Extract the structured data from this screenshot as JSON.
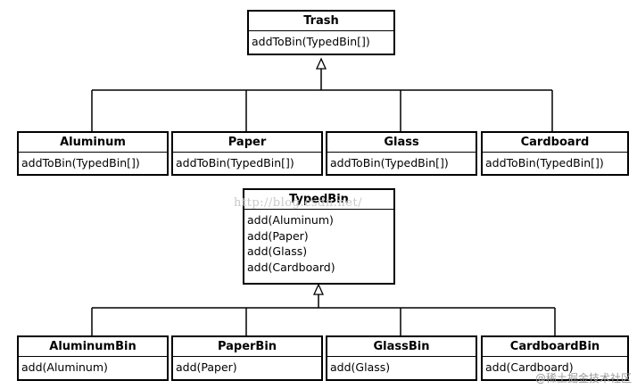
{
  "diagram": {
    "trash": {
      "name": "Trash",
      "methods": [
        "addToBin(TypedBin[])"
      ]
    },
    "subclasses": [
      {
        "name": "Aluminum",
        "methods": [
          "addToBin(TypedBin[])"
        ]
      },
      {
        "name": "Paper",
        "methods": [
          "addToBin(TypedBin[])"
        ]
      },
      {
        "name": "Glass",
        "methods": [
          "addToBin(TypedBin[])"
        ]
      },
      {
        "name": "Cardboard",
        "methods": [
          "addToBin(TypedBin[])"
        ]
      }
    ],
    "typedbin": {
      "name": "TypedBin",
      "methods": [
        "add(Aluminum)",
        "add(Paper)",
        "add(Glass)",
        "add(Cardboard)"
      ]
    },
    "bins": [
      {
        "name": "AluminumBin",
        "methods": [
          "add(Aluminum)"
        ]
      },
      {
        "name": "PaperBin",
        "methods": [
          "add(Paper)"
        ]
      },
      {
        "name": "GlassBin",
        "methods": [
          "add(Glass)"
        ]
      },
      {
        "name": "CardboardBin",
        "methods": [
          "add(Cardboard)"
        ]
      }
    ]
  },
  "watermark": "http://blog.csdn.net/",
  "credit": "@稀土掘金技术社区"
}
